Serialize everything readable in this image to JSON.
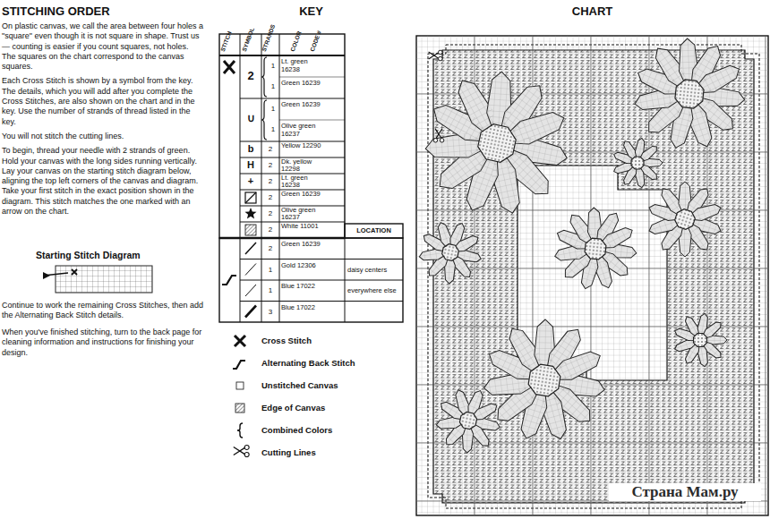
{
  "diagram": {
    "labels": [
      "STITCHING ORDER",
      "On plastic canvas, we call the area between four holes a \"square\" even though it is not square in shape. Trust us — counting is easier if you count squares, not holes. The squares on the chart correspond to the canvas squares.",
      "Each Cross Stitch is shown by a symbol from the key. The details, which you will add after you complete the Cross Stitches, are also shown on the chart and in the key. Use the number of strands of thread listed in the key.",
      "You will not stitch the cutting lines.",
      "To begin, thread your needle with 2 strands of green. Hold your canvas with the long sides running vertically. Lay your canvas on the starting stitch diagram below, aligning the top left corners of the canvas and diagram. Take your first stitch in the exact position shown in the diagram. This stitch matches the one marked with an arrow on the chart.",
      "Starting Stitch Diagram",
      "Continue to work the remaining Cross Stitches, then add the Alternating Back Stitch details.",
      "When you've finished stitching, turn to the back page for cleaning information and instructions for finishing your design.",
      "KEY",
      "STITCH",
      "SYMBOL",
      "STRANDS",
      "COLOR",
      "CODE #",
      "2",
      "1",
      "1",
      "Lt. green 16238",
      "Green 16239",
      "∪",
      "1",
      "1",
      "Green 16239",
      "Olive green 16237",
      "b",
      "2",
      "Yellow 12290",
      "H",
      "2",
      "Dk. yellow 12298",
      "+",
      "2",
      "Lt. green 16238",
      "2",
      "Green 16239",
      "2",
      "Olive green 16237",
      "2",
      "White 11001",
      "LOCATION",
      "2",
      "Green 16239",
      "1",
      "Gold 12306",
      "daisy centers",
      "1",
      "Blue 17022",
      "everywhere else",
      "3",
      "Blue 17022",
      "CHART",
      "Страна Мам.ру"
    ],
    "legend": [
      {
        "text": "Cross Stitch"
      },
      {
        "text": "Alternating Back Stitch"
      },
      {
        "text": "Unstitched Canvas"
      },
      {
        "text": "Edge of Canvas"
      },
      {
        "text": "Combined Colors"
      },
      {
        "text": "Cutting Lines"
      }
    ]
  }
}
